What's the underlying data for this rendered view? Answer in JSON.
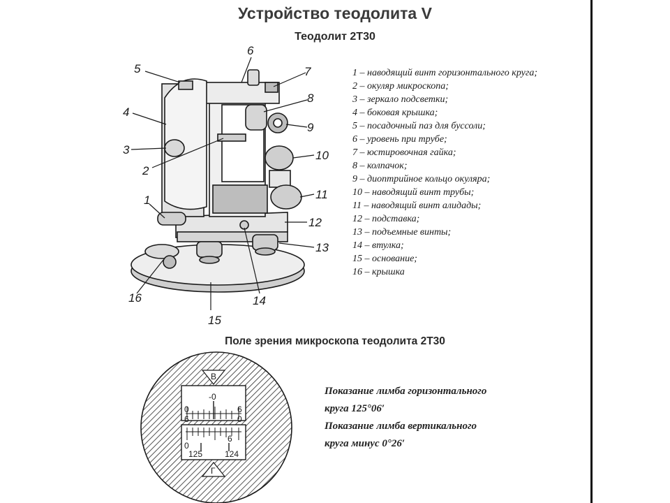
{
  "title": "Устройство теодолита V",
  "subtitle": "Теодолит 2Т30",
  "callouts": [
    {
      "num": "1",
      "text": "1 – наводящий винт горизонтального круга;"
    },
    {
      "num": "2",
      "text": "2 – окуляр микроскопа;"
    },
    {
      "num": "3",
      "text": "3 – зеркало подсветки;"
    },
    {
      "num": "4",
      "text": "4 – боковая крышка;"
    },
    {
      "num": "5",
      "text": "5 – посадочный паз для буссоли;"
    },
    {
      "num": "6",
      "text": "6 – уровень при трубе;"
    },
    {
      "num": "7",
      "text": "7 – юстировочная гайка;"
    },
    {
      "num": "8",
      "text": "8 – колпачок;"
    },
    {
      "num": "9",
      "text": "9 – диоптрийное кольцо окуляра;"
    },
    {
      "num": "10",
      "text": "10 – наводящий винт трубы;"
    },
    {
      "num": "11",
      "text": "11 – наводящий винт алидады;"
    },
    {
      "num": "12",
      "text": "12 – подставка;"
    },
    {
      "num": "13",
      "text": "13 – подъемные винты;"
    },
    {
      "num": "14",
      "text": "14 – втулка;"
    },
    {
      "num": "15",
      "text": "15 – основание;"
    },
    {
      "num": "16",
      "text": "16 – крышка"
    }
  ],
  "microscope": {
    "title": "Поле зрения микроскопа теодолита 2Т30",
    "label_v": "В",
    "label_g": "Г",
    "top_scale": {
      "center": "-0",
      "left_a": "0",
      "left_b": "6",
      "right_a": "6",
      "right_b": "0"
    },
    "bottom_scale": {
      "left_num": "0",
      "right_num": "6",
      "left_value": "125",
      "right_value": "124"
    },
    "reading_horizontal_1": "Показание лимба горизонтального",
    "reading_horizontal_2": "круга 125°06′",
    "reading_vertical_1": "Показание лимба вертикального",
    "reading_vertical_2": "круга минус 0°26′"
  },
  "colors": {
    "ink": "#1a1a1a",
    "body_fill": "#eeeeee",
    "shadow": "#bdbdbd",
    "hatch": "#2a2a2a"
  }
}
